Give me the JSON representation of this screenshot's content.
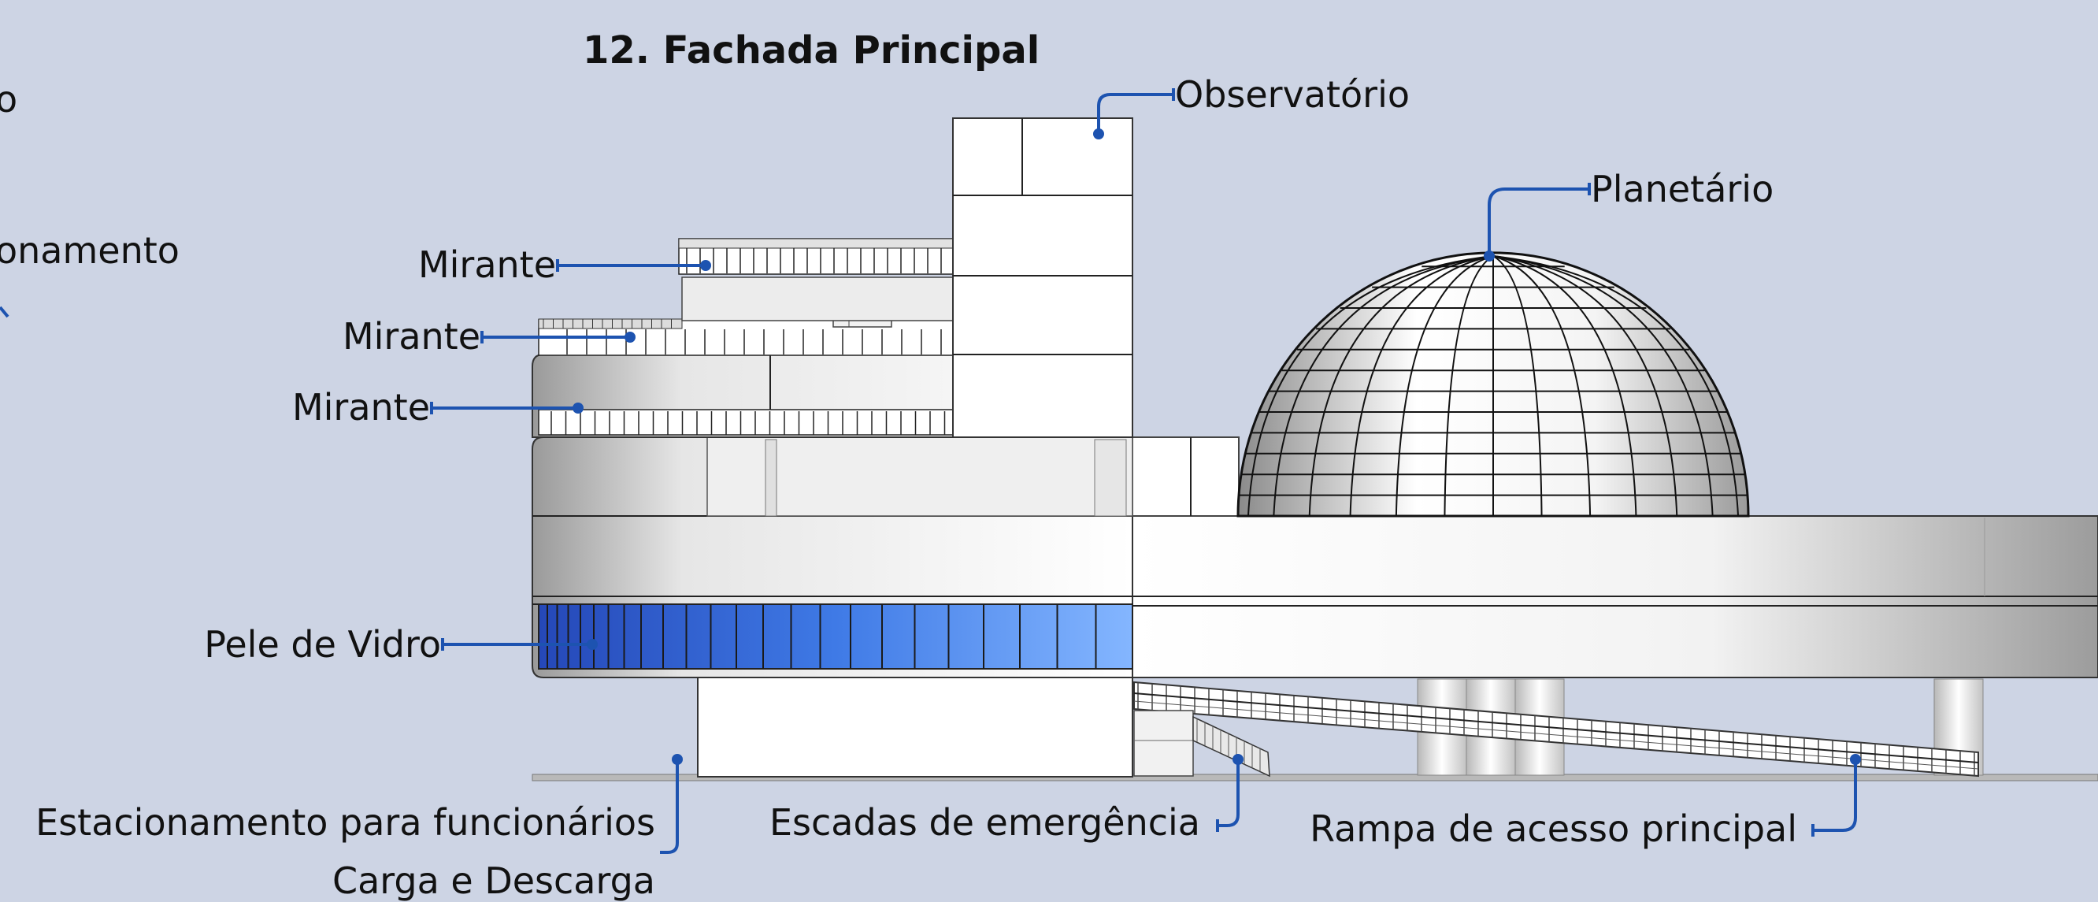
{
  "title": "12. Fachada Principal",
  "labels": {
    "partial_top": "o",
    "partial_mid": "onamento",
    "observatorio": "Observatório",
    "planetario": "Planetário",
    "mirante_1": "Mirante",
    "mirante_2": "Mirante",
    "mirante_3": "Mirante",
    "pele_de_vidro": "Pele de Vidro",
    "estacionamento": "Estacionamento para funcionários",
    "carga_descarga": "Carga e Descarga",
    "escadas": "Escadas de emergência",
    "rampa": "Rampa de acesso principal"
  },
  "colors": {
    "background": "#cdd4e4",
    "leader": "#1d53b0",
    "glass_light": "#8ab8ff",
    "glass_dark": "#2a5fd6"
  }
}
